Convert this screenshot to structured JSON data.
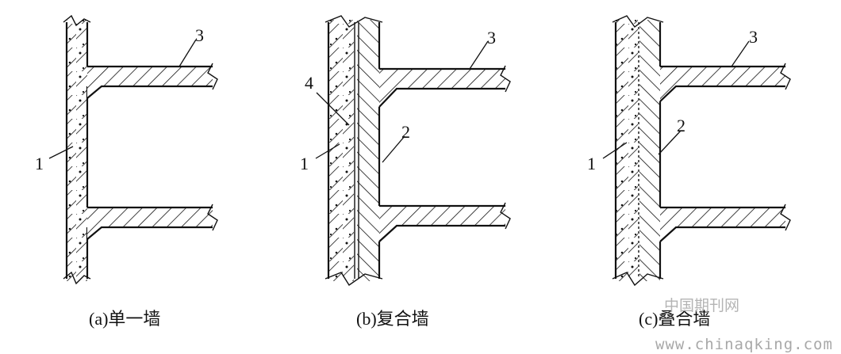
{
  "panels": [
    {
      "caption": "(a)单一墙",
      "labels": {
        "n1": "1",
        "n3": "3"
      }
    },
    {
      "caption": "(b)复合墙",
      "labels": {
        "n1": "1",
        "n2": "2",
        "n3": "3",
        "n4": "4"
      }
    },
    {
      "caption": "(c)叠合墙",
      "labels": {
        "n1": "1",
        "n2": "2",
        "n3": "3"
      }
    }
  ],
  "watermark": {
    "site_name": "中国期刊网",
    "url": "www.chinaqking.com"
  },
  "colors": {
    "ink": "#111111",
    "watermark": "#b0b0b0",
    "background": "#ffffff"
  }
}
